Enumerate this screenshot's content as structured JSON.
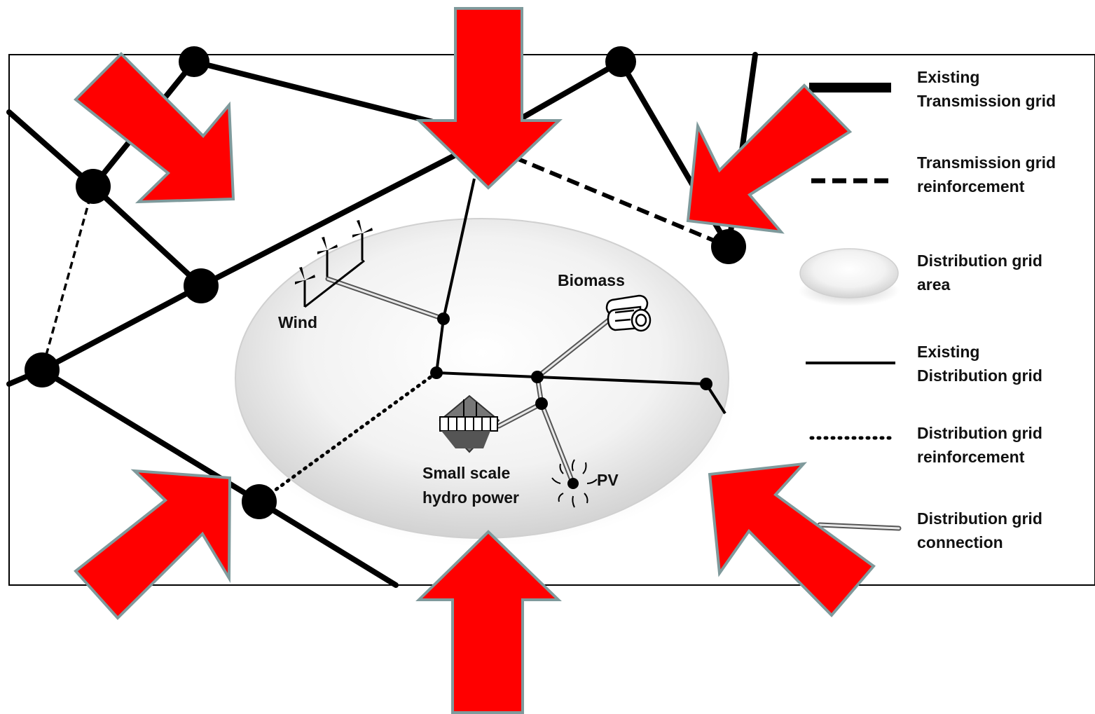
{
  "diagram": {
    "labels": {
      "wind": "Wind",
      "biomass": "Biomass",
      "hydro_line1": "Small scale",
      "hydro_line2": "hydro power",
      "pv": "PV"
    },
    "legend": [
      {
        "line1": "Existing",
        "line2": "Transmission grid",
        "symbol": "thick-solid-line"
      },
      {
        "line1": "Transmission grid",
        "line2": "reinforcement",
        "symbol": "thick-dashed-line"
      },
      {
        "line1": "Distribution grid",
        "line2": "area",
        "symbol": "ellipse"
      },
      {
        "line1": "Existing",
        "line2": "Distribution grid",
        "symbol": "thin-solid-line"
      },
      {
        "line1": "Distribution grid",
        "line2": "reinforcement",
        "symbol": "dotted-line"
      },
      {
        "line1": "Distribution grid",
        "line2": "connection",
        "symbol": "double-line"
      }
    ],
    "colors": {
      "arrow_fill": "#ff0000",
      "arrow_stroke": "#7f9a9c",
      "grid_line": "#000000",
      "ellipse_fill": "#e4e4e4"
    }
  }
}
